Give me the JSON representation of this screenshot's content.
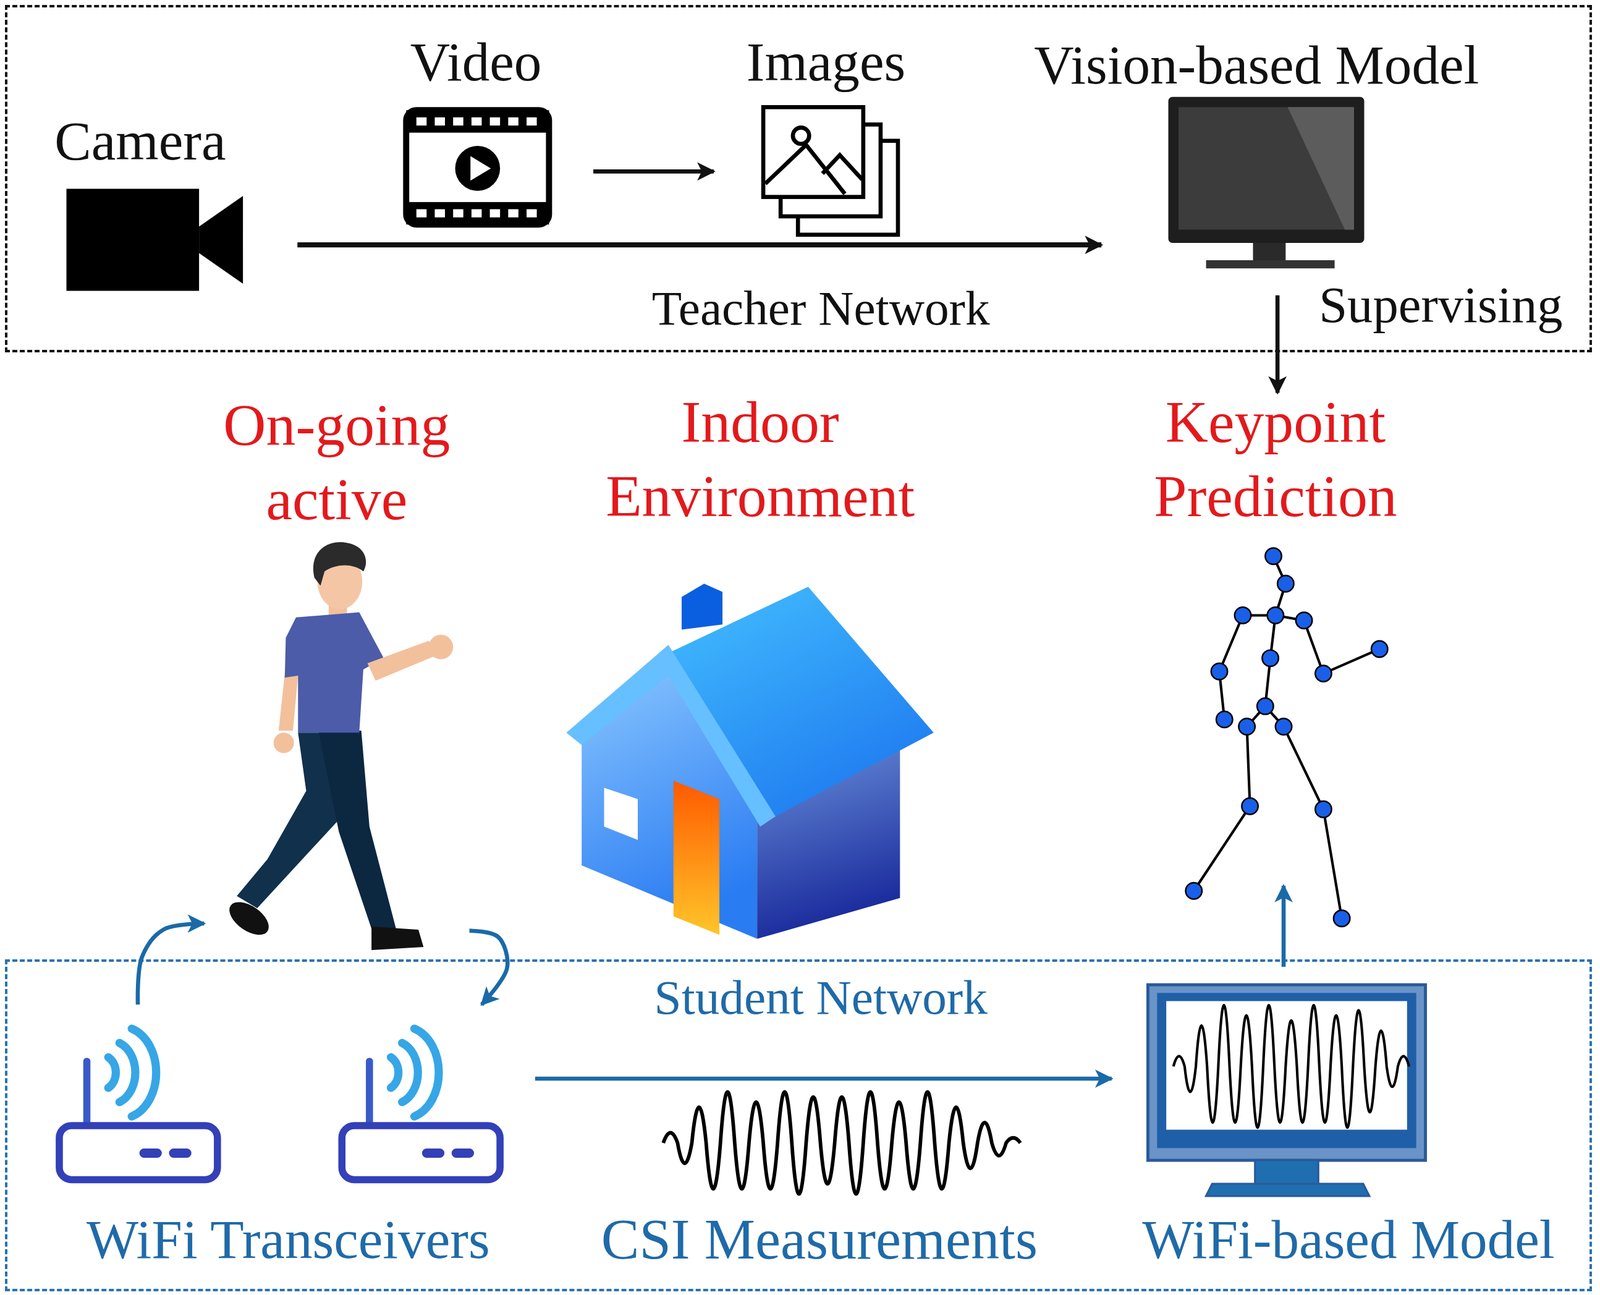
{
  "diagram": {
    "nodes": [
      {
        "text": [
          "Teacher Network"
        ]
      },
      {
        "text": [
          "Camera"
        ],
        "in": 0
      },
      {
        "text": [
          "Video"
        ],
        "in": 0
      },
      {
        "text": [
          "Images"
        ],
        "in": 0
      },
      {
        "text": [
          "Vision-based Model"
        ],
        "in": 0
      },
      {
        "text": [
          "On-going active"
        ]
      },
      {
        "text": [
          "Indoor Environment"
        ]
      },
      {
        "text": [
          "Keypoint Prediction"
        ]
      },
      {
        "text": [
          "Student Network"
        ]
      },
      {
        "text": [
          "WiFi Transceivers"
        ],
        "in": 8
      },
      {
        "text": [
          "WiFi-based Model"
        ],
        "in": 8
      }
    ],
    "edges": [
      {
        "from": 2,
        "to": 3,
        "arrow": "to"
      },
      {
        "from": 1,
        "to": 4,
        "arrow": "to"
      },
      {
        "from": 4,
        "to": 7,
        "label": "Supervising",
        "arrow": "to"
      },
      {
        "from": 9,
        "to": 5,
        "arrow": "to"
      },
      {
        "from": 5,
        "to": 9,
        "arrow": "to"
      },
      {
        "from": 9,
        "to": 10,
        "label": "CSI Measurements",
        "arrow": "to"
      },
      {
        "from": 10,
        "to": 7,
        "arrow": "to"
      }
    ]
  }
}
